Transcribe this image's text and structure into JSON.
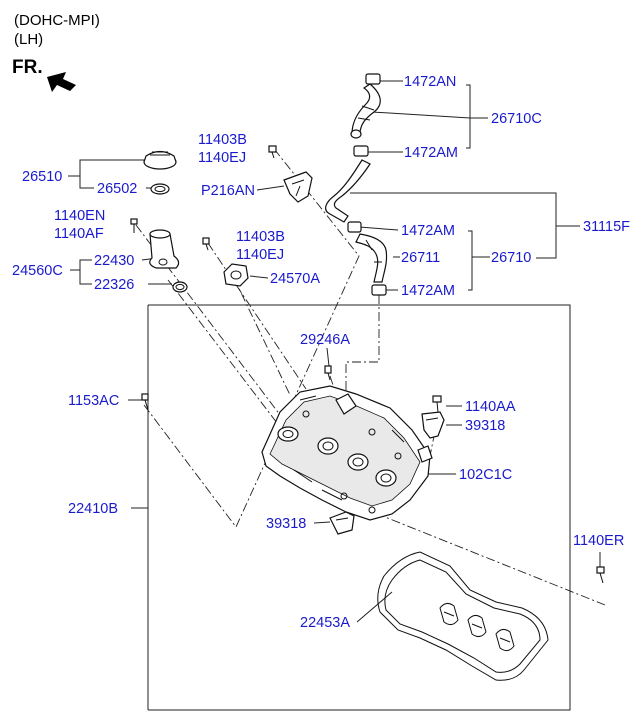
{
  "header": {
    "engine": "(DOHC-MPI)",
    "side": "(LH)",
    "front": "FR."
  },
  "colors": {
    "label": "#1a1acd",
    "line": "#222222"
  },
  "labels": {
    "p1472AN": "1472AN",
    "p26710C": "26710C",
    "p1472AM_a": "1472AM",
    "p11403B_a": "11403B",
    "p1140EJ_a": "1140EJ",
    "p26510": "26510",
    "p26502": "26502",
    "pP216AN": "P216AN",
    "p31115F": "31115F",
    "p1140EN": "1140EN",
    "p1140AF": "1140AF",
    "p1472AM_b": "1472AM",
    "p11403B_b": "11403B",
    "p1140EJ_b": "1140EJ",
    "p24560C": "24560C",
    "p22430": "22430",
    "p26711": "26711",
    "p26710": "26710",
    "p24570A": "24570A",
    "p22326": "22326",
    "p1472AM_c": "1472AM",
    "p29246A": "29246A",
    "p1153AC": "1153AC",
    "p1140AA": "1140AA",
    "p39318_a": "39318",
    "p102C1C": "102C1C",
    "p22410B": "22410B",
    "p39318_b": "39318",
    "p1140ER": "1140ER",
    "p22453A": "22453A"
  }
}
